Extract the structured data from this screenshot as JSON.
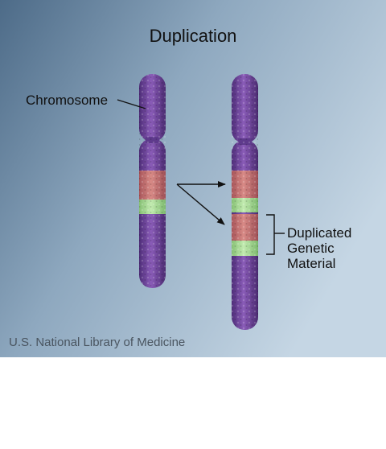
{
  "title": "Duplication",
  "labels": {
    "chromosome": "Chromosome",
    "duplicated_line1": "Duplicated",
    "duplicated_line2": "Genetic",
    "duplicated_line3": "Material"
  },
  "credit": "U.S. National Library of Medicine",
  "colors": {
    "background_dark": "#52718e",
    "background_light": "#c2d4e2",
    "chromosome_purple": "#7b4ea4",
    "band_red": "#c97372",
    "band_green": "#a9d896",
    "text": "#111111"
  }
}
